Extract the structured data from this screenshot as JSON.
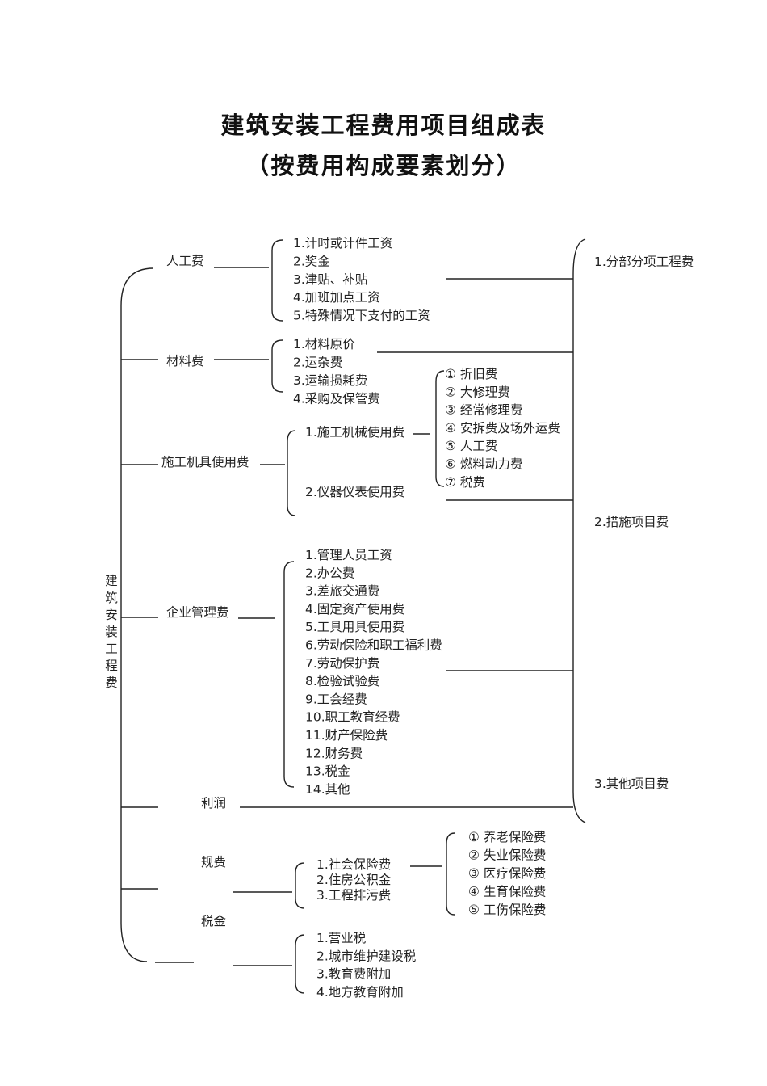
{
  "title": {
    "line1": "建筑安装工程费用项目组成表",
    "line2": "（按费用构成要素划分）"
  },
  "root": "建筑安装工程费",
  "categories": [
    {
      "id": "labor",
      "label": "人工费",
      "items": [
        "1.计时或计件工资",
        "2.奖金",
        "3.津贴、补贴",
        "4.加班加点工资",
        "5.特殊情况下支付的工资"
      ]
    },
    {
      "id": "material",
      "label": "材料费",
      "items": [
        "1.材料原价",
        "2.运杂费",
        "3.运输损耗费",
        "4.采购及保管费"
      ]
    },
    {
      "id": "machine",
      "label": "施工机具使用费",
      "items": [
        "1.施工机械使用费",
        "2.仪器仪表使用费"
      ],
      "sub_items": [
        "① 折旧费",
        "② 大修理费",
        "③ 经常修理费",
        "④ 安拆费及场外运费",
        "⑤ 人工费",
        "⑥ 燃料动力费",
        "⑦ 税费"
      ]
    },
    {
      "id": "management",
      "label": "企业管理费",
      "items": [
        "1.管理人员工资",
        "2.办公费",
        "3.差旅交通费",
        "4.固定资产使用费",
        "5.工具用具使用费",
        "6.劳动保险和职工福利费",
        "7.劳动保护费",
        "8.检验试验费",
        "9.工会经费",
        "10.职工教育经费",
        "11.财产保险费",
        "12.财务费",
        "13.税金",
        "14.其他"
      ]
    },
    {
      "id": "profit",
      "label": "利润"
    },
    {
      "id": "fees",
      "label": "规费",
      "items": [
        "1.社会保险费",
        "2.住房公积金",
        "3.工程排污费"
      ],
      "sub_items": [
        "① 养老保险费",
        "② 失业保险费",
        "③ 医疗保险费",
        "④ 生育保险费",
        "⑤ 工伤保险费"
      ]
    },
    {
      "id": "tax",
      "label": "税金",
      "items": [
        "1.营业税",
        "2.城市维护建设税",
        "3.教育费附加",
        "4.地方教育附加"
      ]
    }
  ],
  "right_side": [
    "1.分部分项工程费",
    "2.措施项目费",
    "3.其他项目费"
  ]
}
